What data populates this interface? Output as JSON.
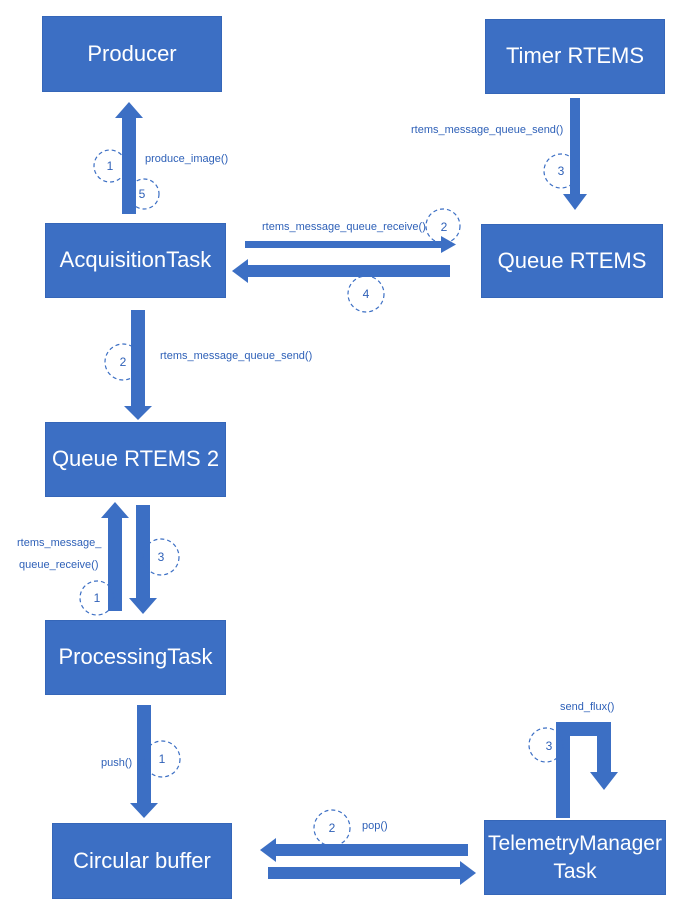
{
  "boxes": {
    "producer": "Producer",
    "timer": "Timer RTEMS",
    "acquisition": "AcquisitionTask",
    "queue_rtems": "Queue RTEMS",
    "queue_rtems_2": "Queue RTEMS 2",
    "processing": "ProcessingTask",
    "circular_buffer": "Circular buffer",
    "telemetry_line1": "TelemetryManager",
    "telemetry_line2": "Task"
  },
  "labels": {
    "produce_image": "produce_image()",
    "timer_send": "rtems_message_queue_send()",
    "queue_receive": "rtems_message_queue_receive()",
    "acq_send": "rtems_message_queue_send()",
    "proc_receive_1": "rtems_message_",
    "proc_receive_2": "queue_receive()",
    "push": "push()",
    "send_flux": "send_flux()",
    "pop": "pop()"
  },
  "steps": {
    "producer_out": "1",
    "producer_back": "5",
    "timer": "3",
    "queue_receive": "2",
    "queue_return": "4",
    "acq_send": "2",
    "proc_receive": "1",
    "proc_return": "3",
    "push": "1",
    "send_flux": "3",
    "pop": "2"
  },
  "colors": {
    "box": "#3c6fc4",
    "text_on_box": "#ffffff",
    "label": "#2f61b8"
  }
}
